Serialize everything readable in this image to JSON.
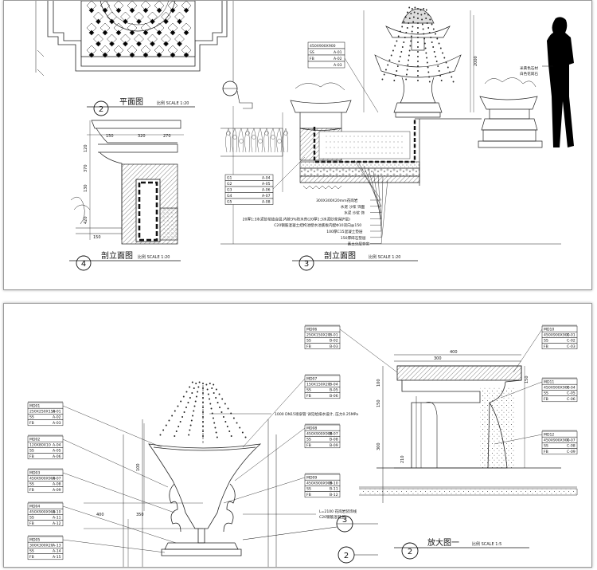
{
  "top_sheet": {
    "callouts": [
      {
        "num": "2",
        "title": "平面图",
        "scale": "比例 SCALE 1:20"
      },
      {
        "num": "4",
        "title": "剖立面图",
        "scale": "比例 SCALE 1:20"
      },
      {
        "num": "3",
        "title": "剖立面图",
        "scale": "比例 SCALE 1:20"
      }
    ],
    "section_marker": "4",
    "tag_box": {
      "rows": [
        "450X900X900",
        "SS",
        "FB",
        ""
      ],
      "codes": [
        "A-01",
        "A-02",
        "A-03"
      ]
    },
    "layer_tag_rows": [
      "G1",
      "G2",
      "G3",
      "G4",
      "G5"
    ],
    "layer_tag_codes": [
      "A-04",
      "A-05",
      "A-06",
      "A-07",
      "A-08"
    ],
    "dims_left": [
      "150",
      "320",
      "270",
      "370",
      "120",
      "130",
      "420",
      "150"
    ],
    "fountain_height_dim": "2000",
    "silhouette_note": [
      "米黄色石材",
      "白色花岗石"
    ],
    "layer_notes": [
      "300X300X20mm花岗岩",
      "水泥 沙浆 饰面",
      "水泥 沙浆 饰",
      "20厚1:3水泥砂浆结合层,内掺3%防水剂(20厚1:3水泥砂浆保护层)",
      "C20钢筋混凝土结构池壁水池底板内配Φ10双向@150",
      "100厚C15混凝土垫层",
      "150厚碎石垫层",
      "素土分层夯实"
    ]
  },
  "bottom_sheet": {
    "callouts": [
      {
        "num": "2",
        "title": "放大图一",
        "scale": "比例 SCALE 1:5"
      }
    ],
    "section_markers": [
      "3",
      "2"
    ],
    "dims_left": [
      "400",
      "350",
      "100"
    ],
    "dims_right": [
      "400",
      "300",
      "100",
      "150",
      "300",
      "210",
      "150"
    ],
    "top_note": "1000 DN15喷泉管 详见给排水设计, 压力0.25MPa",
    "left_tags": [
      {
        "rows": [
          "MD01",
          "250X250X150",
          "SS",
          "FB"
        ],
        "codes": [
          "A-01",
          "A-02",
          "A-03"
        ]
      },
      {
        "rows": [
          "MD02",
          "120X80X10",
          "SS",
          "FB"
        ],
        "codes": [
          "A-04",
          "A-05",
          "A-06"
        ]
      },
      {
        "rows": [
          "MD03",
          "450X900X900",
          "SS",
          "FB"
        ],
        "codes": [
          "A-07",
          "A-08",
          "A-09"
        ]
      },
      {
        "rows": [
          "MD04",
          "450X900X900",
          "SS",
          "FB"
        ],
        "codes": [
          "A-10",
          "A-11",
          "A-12"
        ]
      },
      {
        "rows": [
          "MD05",
          "300X300X20",
          "SS",
          "FB"
        ],
        "codes": [
          "A-13",
          "A-14",
          "A-15"
        ]
      }
    ],
    "mid_tags": [
      {
        "rows": [
          "MD06",
          "250X150X20",
          "SS",
          "FB"
        ],
        "codes": [
          "B-01",
          "B-02",
          "B-03"
        ]
      },
      {
        "rows": [
          "MD07",
          "150X150X20",
          "SS",
          "FB"
        ],
        "codes": [
          "B-04",
          "B-05",
          "B-06"
        ]
      },
      {
        "rows": [
          "MD08",
          "450X900X900",
          "SS",
          "FB"
        ],
        "codes": [
          "B-07",
          "B-08",
          "B-09"
        ]
      },
      {
        "rows": [
          "MD09",
          "450X900X900",
          "SS",
          "FB"
        ],
        "codes": [
          "B-10",
          "B-11",
          "B-12"
        ]
      }
    ],
    "right_tags": [
      {
        "rows": [
          "MD10",
          "450X900X900",
          "SS",
          "FB"
        ],
        "codes": [
          "C-01",
          "C-02",
          "C-03"
        ]
      },
      {
        "rows": [
          "MD11",
          "450X900X900",
          "SS",
          "FB"
        ],
        "codes": [
          "C-04",
          "C-05",
          "C-06"
        ]
      },
      {
        "rows": [
          "MD12",
          "450X900X900",
          "SS",
          "FB"
        ],
        "codes": [
          "C-07",
          "C-08",
          "C-09"
        ]
      }
    ],
    "bottom_note_lines": [
      "L=2100 花岗岩装饰线",
      "C20钢筋混凝土"
    ]
  }
}
